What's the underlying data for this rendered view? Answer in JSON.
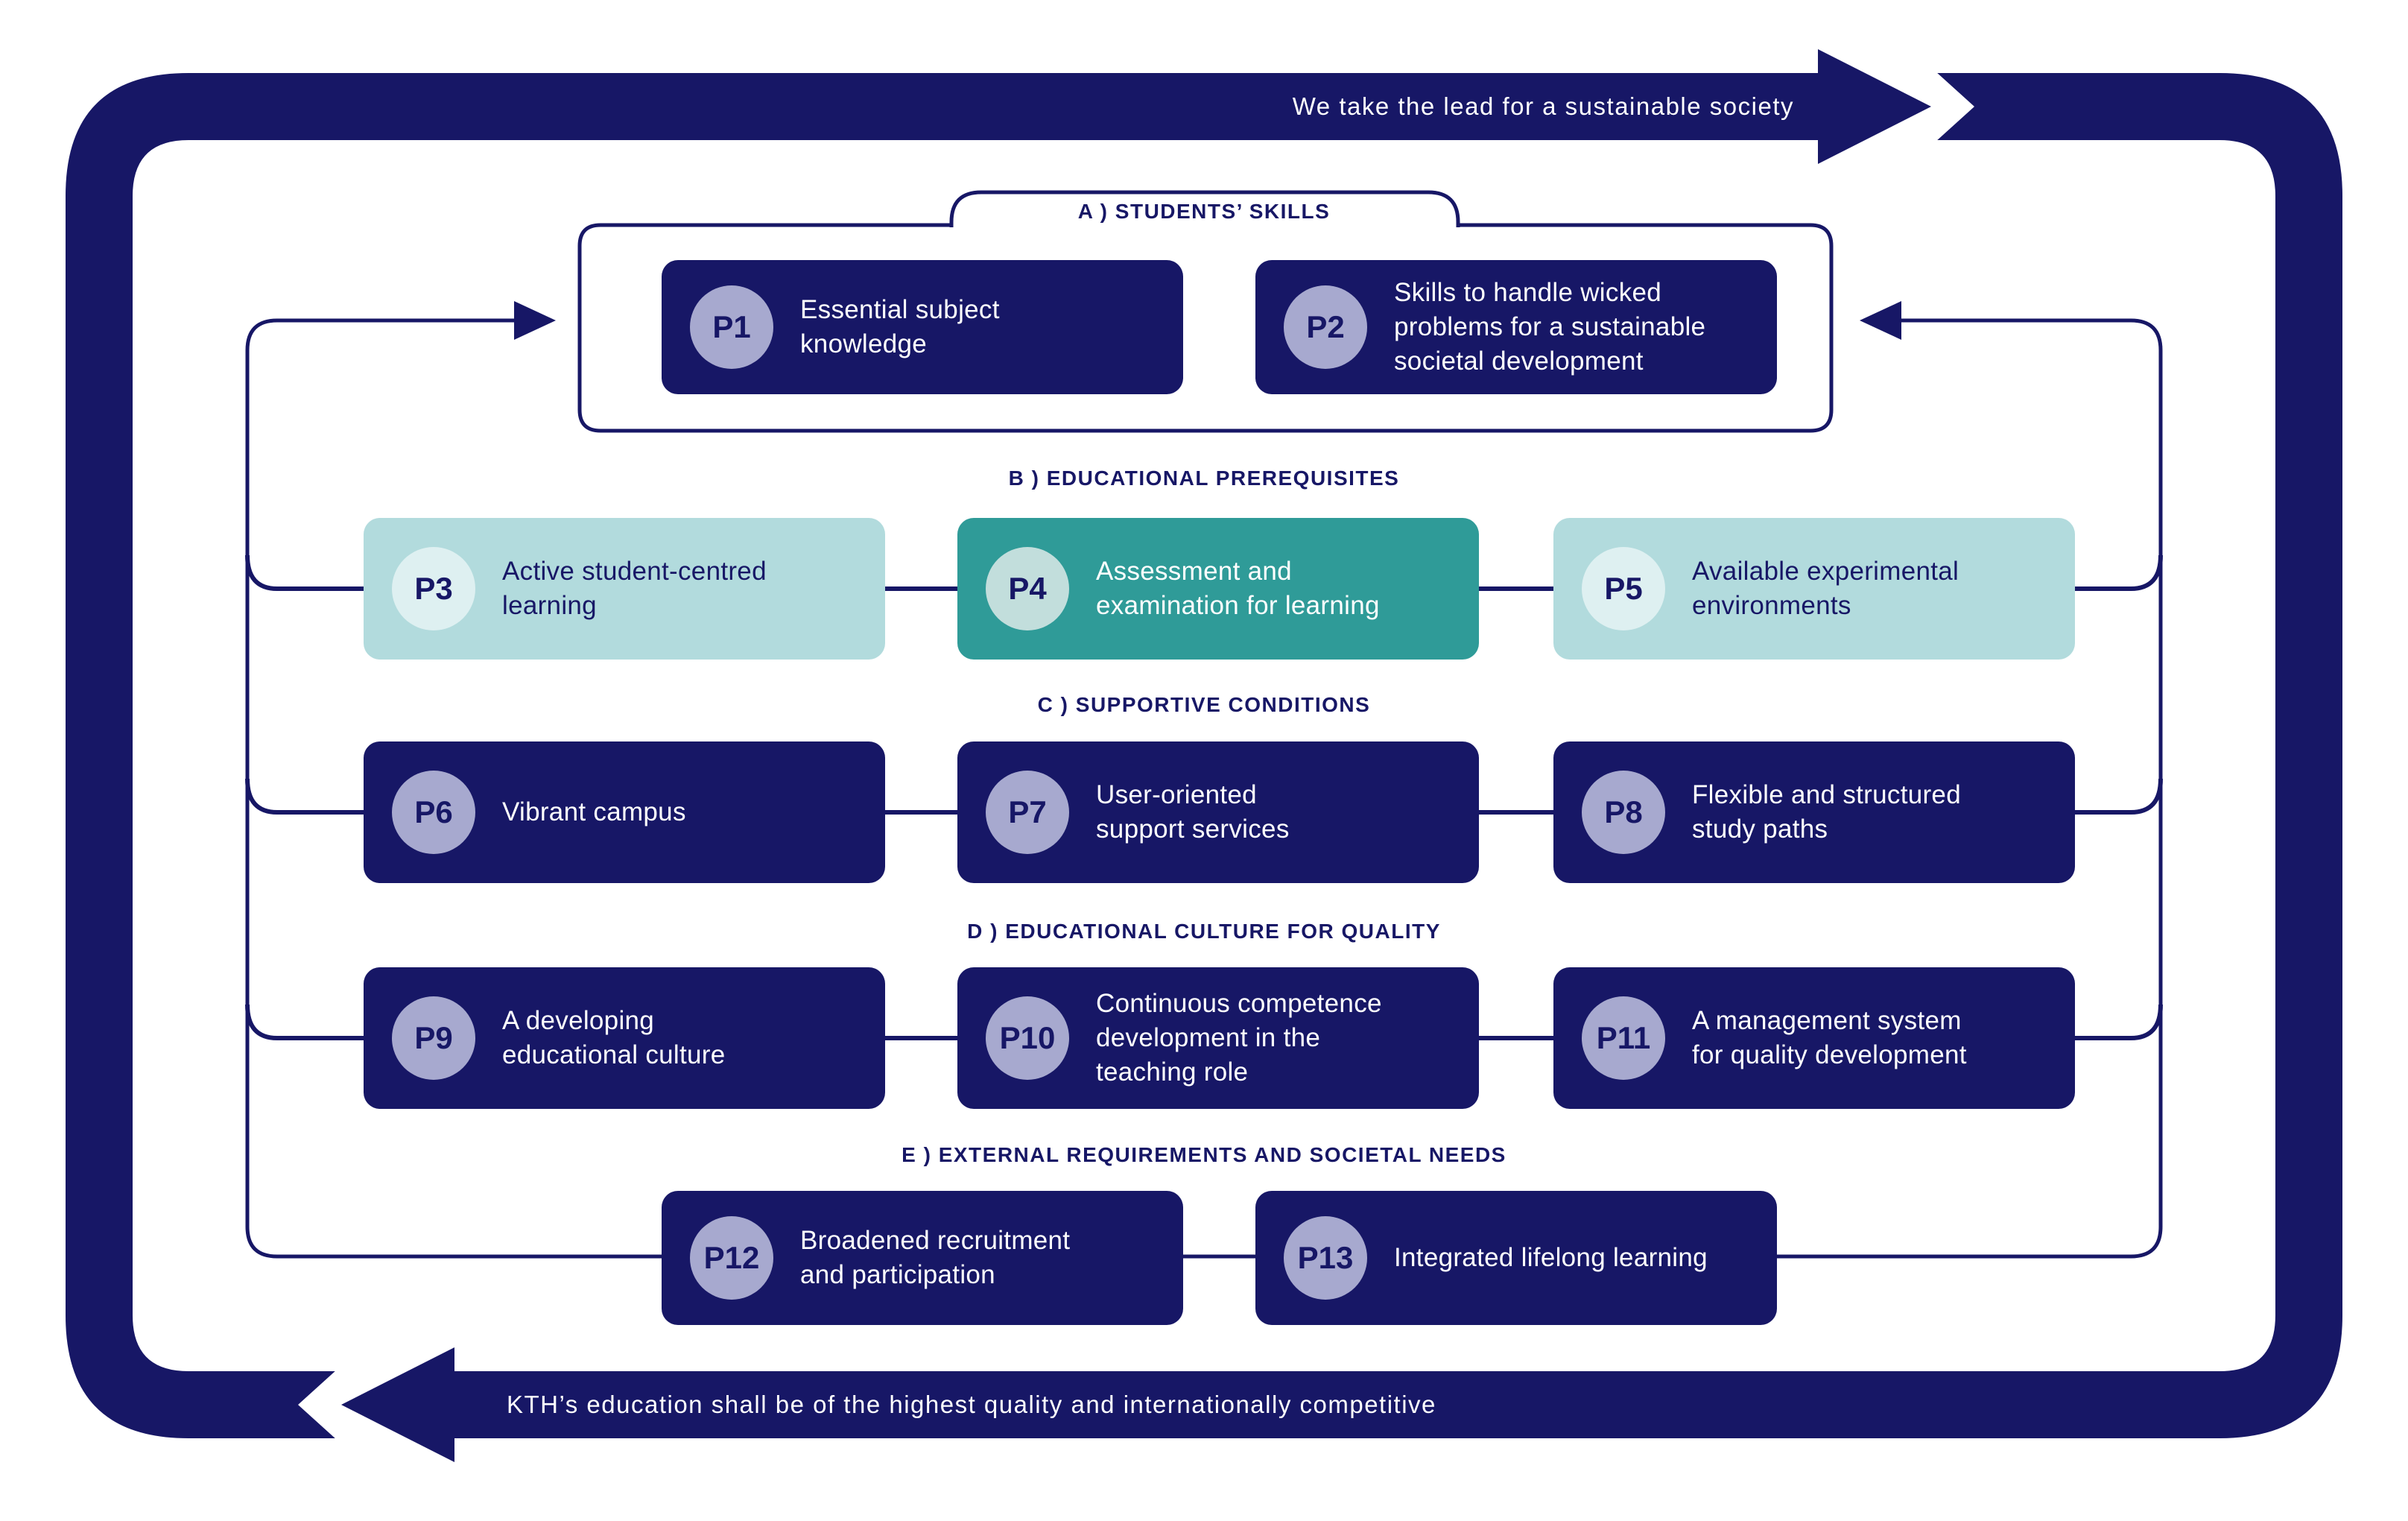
{
  "banners": {
    "top": "We take the lead for a sustainable society",
    "bottom": "KTH’s education shall be of the highest quality and internationally competitive"
  },
  "sections": [
    {
      "label": "A )  STUDENTS’ SKILLS",
      "boxes": [
        {
          "id": "P1",
          "text": "Essential subject\nknowledge"
        },
        {
          "id": "P2",
          "text": "Skills to handle wicked\nproblems for a sustainable\nsocietal development"
        }
      ]
    },
    {
      "label": "B )  EDUCATIONAL PREREQUISITES",
      "boxes": [
        {
          "id": "P3",
          "text": "Active student-centred\nlearning"
        },
        {
          "id": "P4",
          "text": "Assessment and\nexamination for learning"
        },
        {
          "id": "P5",
          "text": "Available experimental\nenvironments"
        }
      ]
    },
    {
      "label": "C )  SUPPORTIVE CONDITIONS",
      "boxes": [
        {
          "id": "P6",
          "text": "Vibrant campus"
        },
        {
          "id": "P7",
          "text": "User-oriented\nsupport services"
        },
        {
          "id": "P8",
          "text": "Flexible and structured\nstudy paths"
        }
      ]
    },
    {
      "label": "D )  EDUCATIONAL CULTURE FOR QUALITY",
      "boxes": [
        {
          "id": "P9",
          "text": "A developing\neducational culture"
        },
        {
          "id": "P10",
          "text": "Continuous competence\ndevelopment in the\nteaching role"
        },
        {
          "id": "P11",
          "text": "A management system\nfor quality development"
        }
      ]
    },
    {
      "label": "E )  EXTERNAL REQUIREMENTS AND SOCIETAL NEEDS",
      "boxes": [
        {
          "id": "P12",
          "text": "Broadened recruitment\nand participation"
        },
        {
          "id": "P13",
          "text": "Integrated lifelong learning"
        }
      ]
    }
  ],
  "colors": {
    "navy": "#171766",
    "teal": "#2F9B98",
    "lightteal": "#B2DBDD",
    "lavender": "#A7A9CF",
    "circlelight": "#DEF0F1",
    "circleteal": "#C2DEDC"
  }
}
